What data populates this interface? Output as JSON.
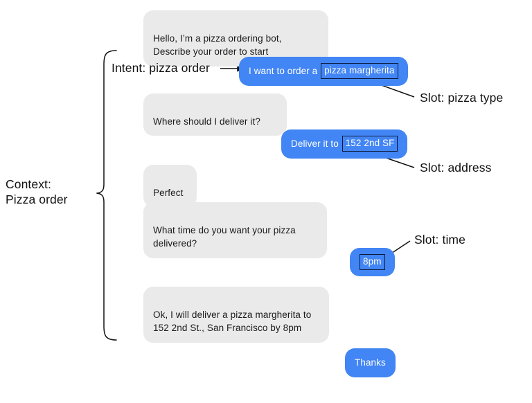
{
  "diagram": {
    "title": "Pizza ordering bot conversation with intent and slot annotations",
    "colors": {
      "user_bubble": "#4285f4",
      "bot_bubble": "#eaeaea",
      "highlight_border": "#0b1a3a",
      "text_dark": "#111111",
      "text_light": "#ffffff",
      "background": "#ffffff"
    }
  },
  "messages": [
    {
      "id": "greeting",
      "sender": "bot",
      "text": "Hello, I’m a pizza ordering bot,\nDescribe your order to start"
    },
    {
      "id": "order-request",
      "sender": "user",
      "text_before": "I want to order a ",
      "highlight": "pizza margherita",
      "text_after": ""
    },
    {
      "id": "ask-address",
      "sender": "bot",
      "text": "Where should I deliver it?"
    },
    {
      "id": "give-address",
      "sender": "user",
      "text_before": "Deliver it to ",
      "highlight": "152 2nd SF",
      "text_after": ""
    },
    {
      "id": "perfect",
      "sender": "bot",
      "text": "Perfect"
    },
    {
      "id": "ask-time",
      "sender": "bot",
      "text": "What time do you want your pizza\ndelivered?"
    },
    {
      "id": "give-time",
      "sender": "user",
      "text_before": "",
      "highlight": "8pm",
      "text_after": ""
    },
    {
      "id": "confirmation",
      "sender": "bot",
      "text": "Ok, I will deliver a pizza margherita to\n152 2nd St., San Francisco by 8pm"
    },
    {
      "id": "thanks",
      "sender": "user",
      "text_before": "Thanks",
      "highlight": "",
      "text_after": ""
    }
  ],
  "annotations": {
    "context": "Context:\nPizza order",
    "intent": "Intent: pizza order",
    "slot_pizza_type": "Slot: pizza type",
    "slot_address": "Slot: address",
    "slot_time": "Slot: time"
  }
}
